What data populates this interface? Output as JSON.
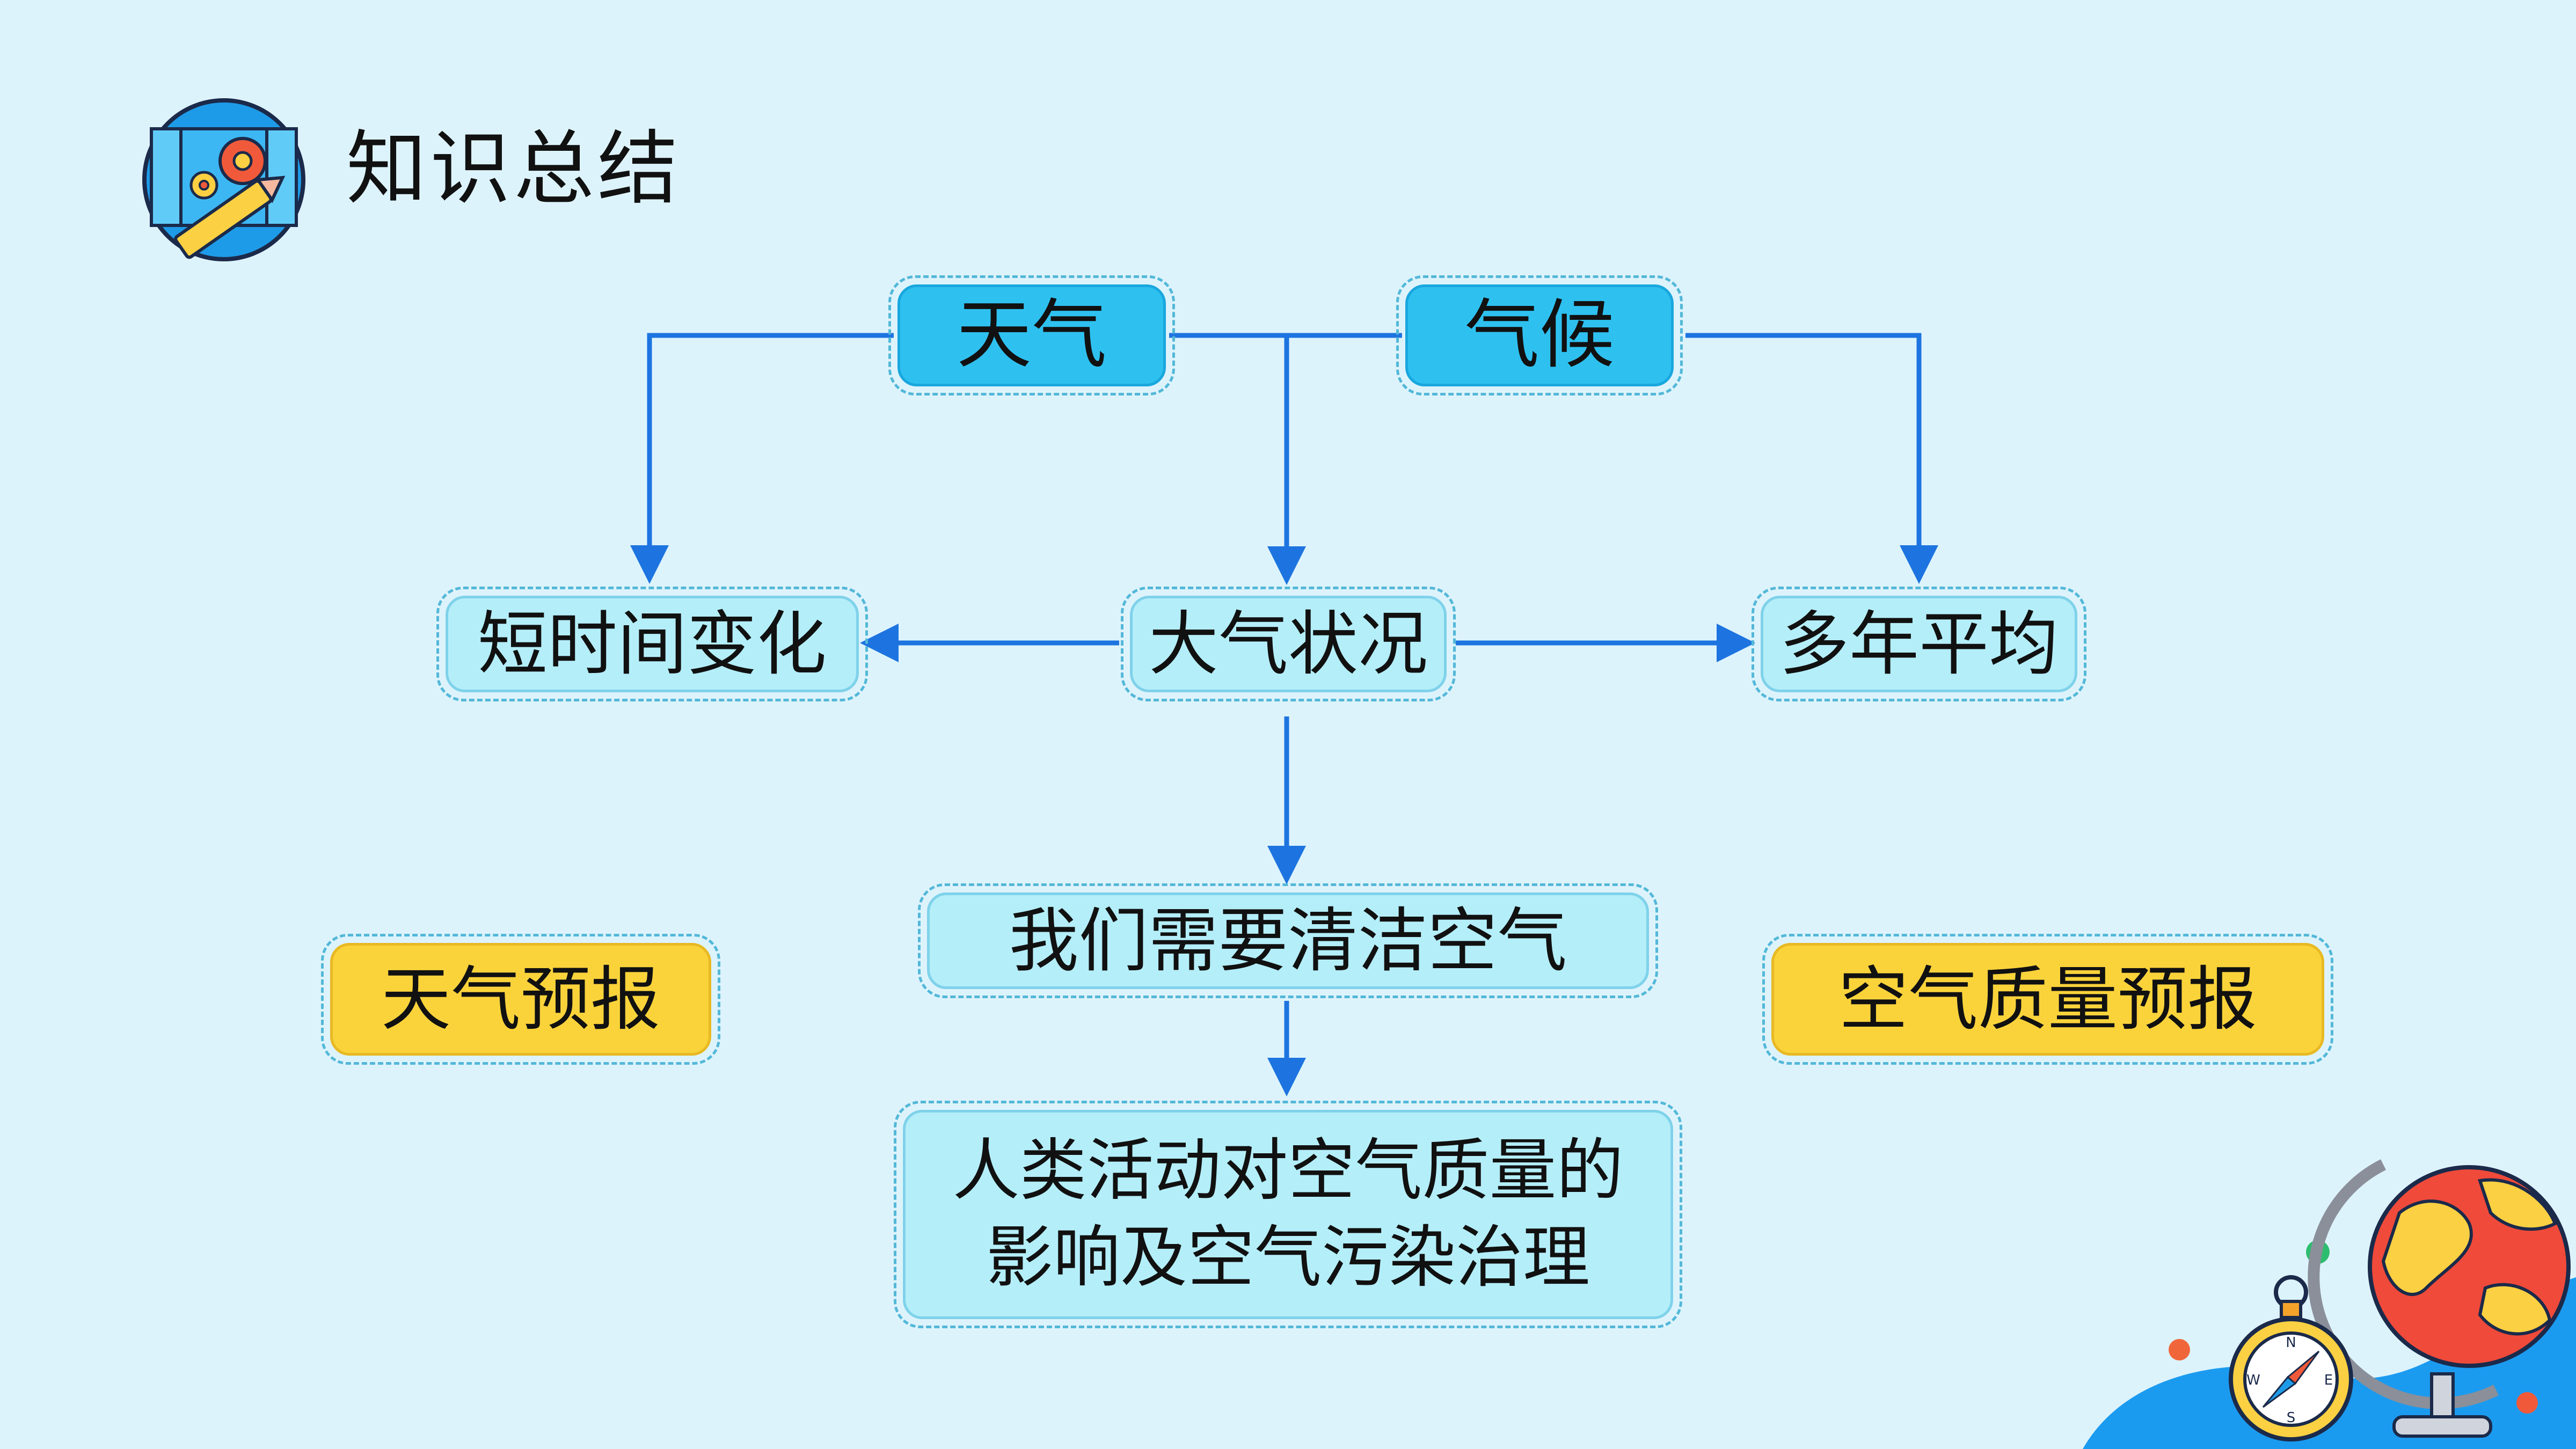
{
  "header": {
    "title": "知识总结",
    "icon": "gear-pencil-icon"
  },
  "nodes": {
    "weather": "天气",
    "climate": "气候",
    "short_change": "短时间变化",
    "atmosphere": "大气状况",
    "multi_year_avg": "多年平均",
    "clean_air": "我们需要清洁空气",
    "human_impact_line1": "人类活动对空气质量的",
    "human_impact_line2": "影响及空气污染治理",
    "weather_forecast": "天气预报",
    "air_quality_forecast": "空气质量预报"
  },
  "compass_labels": {
    "n": "N",
    "s": "S",
    "e": "E",
    "w": "W"
  },
  "colors": {
    "background": "#DDF3FC",
    "arrow": "#1D74E0",
    "primary_box": "#2EC1F0",
    "secondary_box": "#B4EEF9",
    "highlight_box": "#FAD33B"
  }
}
